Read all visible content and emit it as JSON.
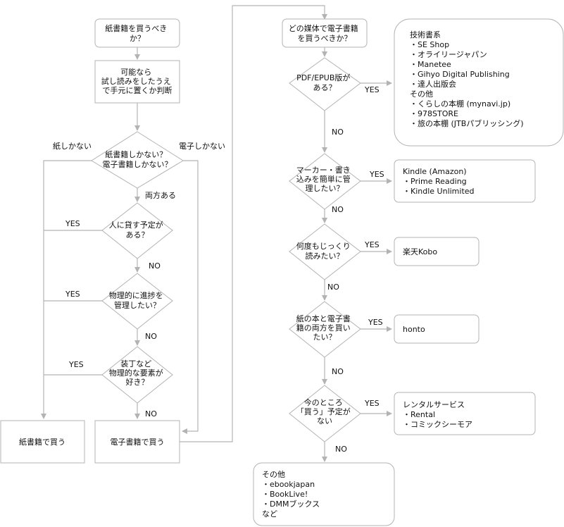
{
  "left": {
    "start": [
      "紙書籍を買うべき",
      "か？"
    ],
    "trial": [
      "可能なら",
      "試し読みをしたうえ",
      "で手元に置くか判断"
    ],
    "d_only": [
      "紙書籍しかない？",
      "電子書籍しかない？"
    ],
    "d_lend": [
      "人に貸す予定が",
      "ある？"
    ],
    "d_progress": [
      "物理的に進捗を",
      "管理したい？"
    ],
    "d_physical": [
      "装丁など",
      "物理的な要素が",
      "好き？"
    ],
    "buy_paper": "紙書籍で買う",
    "buy_ebook": "電子書籍で買う"
  },
  "right": {
    "start": [
      "どの媒体で電子書籍",
      "を買うべきか？"
    ],
    "d_pdf": [
      "PDF/EPUB版が",
      "ある？"
    ],
    "d_marker": [
      "マーカー・書き",
      "込みを簡単に管",
      "理したい？"
    ],
    "d_reread": [
      "何度もじっくり",
      "読みたい？"
    ],
    "d_both": [
      "紙の本と電子書",
      "籍の両方を買い",
      "たい？"
    ],
    "d_nobuy": [
      "今のところ",
      "「買う」予定が",
      "ない"
    ],
    "box_tech": [
      "技術書系",
      "・SE Shop",
      "・オライリージャパン",
      "・Manetee",
      "・Gihyo Digital Publishing",
      "・達人出版会",
      "その他",
      "・くらしの本棚 (mynavi.jp)",
      "・978STORE",
      "・旅の本棚 (JTBパブリッシング)"
    ],
    "box_kindle": [
      "Kindle (Amazon)",
      "・Prime Reading",
      "・Kindle Unlimited"
    ],
    "box_kobo": [
      "楽天Kobo"
    ],
    "box_honto": [
      "honto"
    ],
    "box_rental": [
      "レンタルサービス",
      "・Rental",
      "・コミックシーモア"
    ],
    "box_other": [
      "その他",
      "・ebookjapan",
      "・BookLive!",
      "・DMMブックス",
      "など"
    ]
  },
  "edge_labels": {
    "paper_only": "紙しかない",
    "ebook_only": "電子しかない",
    "both": "両方ある",
    "yes1": "YES",
    "no1": "NO",
    "yes2": "YES",
    "no2": "NO",
    "yes3": "YES",
    "no3": "NO",
    "r_yes1": "YES",
    "r_no1": "NO",
    "r_yes2": "YES",
    "r_no2": "NO",
    "r_yes3": "YES",
    "r_no3": "NO",
    "r_yes4": "YES",
    "r_no4": "NO",
    "r_yes5": "YES",
    "r_no5": "NO"
  }
}
